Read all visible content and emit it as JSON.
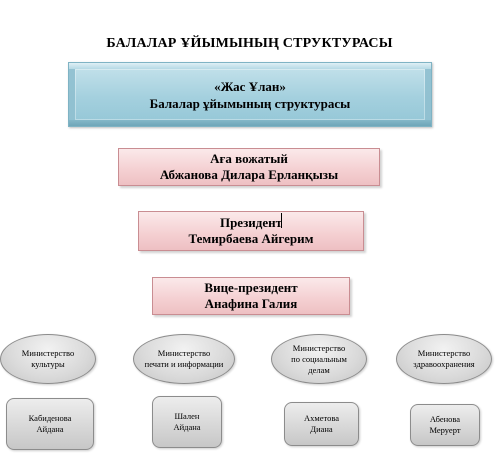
{
  "title": "БАЛАЛАР ҰЙЫМЫНЫҢ СТРУКТУРАСЫ",
  "banner": {
    "line1": "«Жас Ұлан»",
    "line2": "Балалар ұйымының структурасы"
  },
  "leader": {
    "role": "Аға вожатый",
    "name": "Абжанова Дилара Ерланқызы"
  },
  "president": {
    "role": "Президент",
    "name": "Темирбаева Айгерим"
  },
  "vice_president": {
    "role": "Вице-президент",
    "name": "Анафина Галия"
  },
  "ministries": [
    {
      "label": "Министерство\nкультуры"
    },
    {
      "label": "Министерство\nпечати и информации"
    },
    {
      "label": "Министерство\nпо социальным\nделам"
    },
    {
      "label": "Министерство\nздравоохранения"
    }
  ],
  "ministers": [
    {
      "name": "Кабиденова\nАйдана"
    },
    {
      "name": "Шален\nАйдана"
    },
    {
      "name": "Ахметова\nДиана"
    },
    {
      "name": "Абенова\nМеруерт"
    }
  ]
}
